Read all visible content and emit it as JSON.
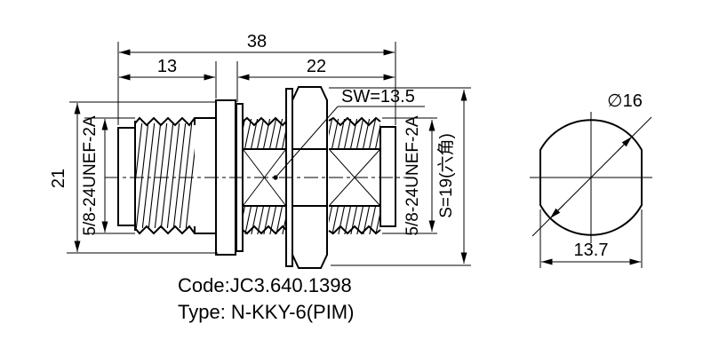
{
  "drawing": {
    "front_view": {
      "dim_total": "38",
      "dim_left": "13",
      "dim_right": "22",
      "dim_height": "21",
      "thread_left": "5/8-24UNEF-2A",
      "thread_right": "5/8-24UNEF-2A",
      "wrench": "SW=13.5",
      "hex": "S=19(六角)"
    },
    "side_view": {
      "diameter": "∅16",
      "across_flats": "13.7"
    },
    "footer": {
      "code": "Code:JC3.640.1398",
      "type": "Type: N-KKY-6(PIM)"
    },
    "colors": {
      "line": "#000000",
      "background": "#ffffff"
    }
  }
}
